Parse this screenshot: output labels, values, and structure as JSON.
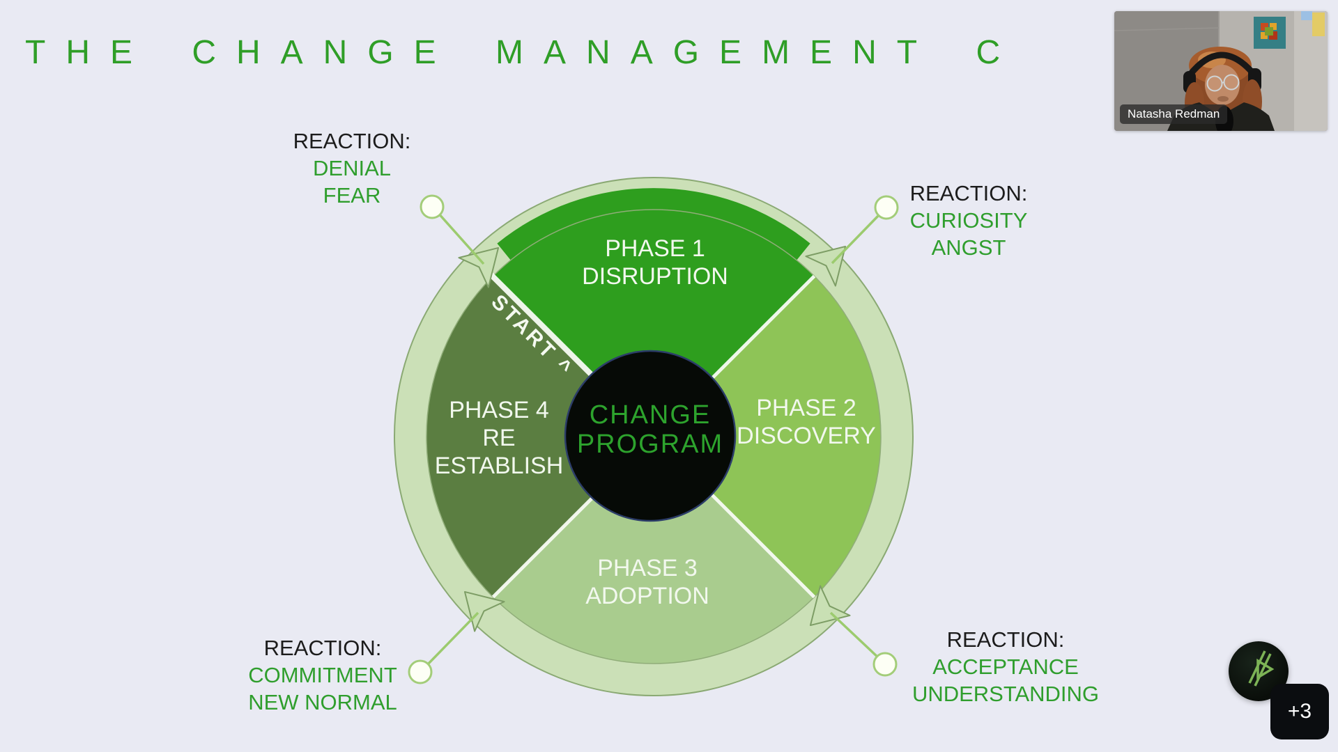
{
  "slide": {
    "title": "THE CHANGE MANAGEMENT C",
    "center_circle": {
      "line1": "CHANGE",
      "line2": "PROGRAM"
    },
    "start_label": "START ^",
    "phases": [
      {
        "id": "phase-1",
        "lines": [
          "PHASE 1",
          "DISRUPTION"
        ]
      },
      {
        "id": "phase-2",
        "lines": [
          "PHASE 2",
          "DISCOVERY"
        ]
      },
      {
        "id": "phase-3",
        "lines": [
          "PHASE 3",
          "ADOPTION"
        ]
      },
      {
        "id": "phase-4",
        "lines": [
          "PHASE 4",
          "RE",
          "ESTABLISH"
        ]
      }
    ],
    "reactions": [
      {
        "position": "top-left",
        "heading": "REACTION:",
        "lines": [
          "DENIAL",
          "FEAR"
        ]
      },
      {
        "position": "top-right",
        "heading": "REACTION:",
        "lines": [
          "CURIOSITY",
          "ANGST"
        ]
      },
      {
        "position": "bottom-left",
        "heading": "REACTION:",
        "lines": [
          "COMMITMENT",
          "NEW NORMAL"
        ]
      },
      {
        "position": "bottom-right",
        "heading": "REACTION:",
        "lines": [
          "ACCEPTANCE",
          "UNDERSTANDING"
        ]
      }
    ],
    "colors": {
      "background": "#e9eaf3",
      "title_green": "#2f9e27",
      "reaction_green": "#2f9e2d",
      "phase1_green": "#2e9e1e",
      "phase2_green": "#8ec457",
      "phase3_green": "#a9cc8e",
      "phase4_olive": "#5b7e41",
      "ring_pale": "#cbe0b7",
      "callout_green": "#9ccb6e",
      "center_fill": "#060a06",
      "center_rim": "#2c3d69",
      "center_text": "#2da32d"
    }
  },
  "call_ui": {
    "participant_name": "Natasha Redman",
    "overflow_badge": "+3",
    "brand_icon": "brand-glyph-icon"
  }
}
